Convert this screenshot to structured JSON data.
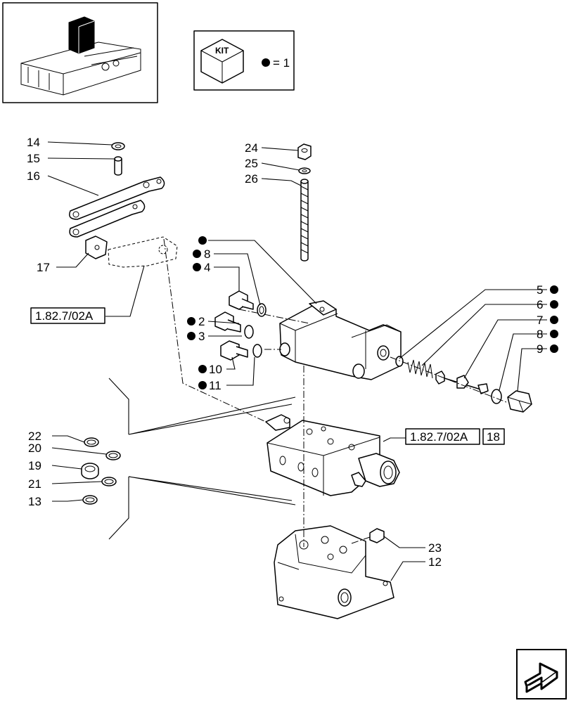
{
  "kit_legend": {
    "badge_text": "KIT",
    "equals_text": "= 1"
  },
  "callouts": {
    "c14": "14",
    "c15": "15",
    "c16": "16",
    "c17": "17",
    "c24": "24",
    "c25": "25",
    "c26": "26",
    "c8a": "8",
    "c4": "4",
    "c2": "2",
    "c3": "3",
    "c10": "10",
    "c11": "11",
    "c5": "5",
    "c6": "6",
    "c7": "7",
    "c8b": "8",
    "c9": "9",
    "c22": "22",
    "c20": "20",
    "c19": "19",
    "c21": "21",
    "c13": "13",
    "c23": "23",
    "c12": "12"
  },
  "references": {
    "ref_a": "1.82.7/02A",
    "ref_b": "1.82.7/02A",
    "ref_b_box": "18"
  }
}
